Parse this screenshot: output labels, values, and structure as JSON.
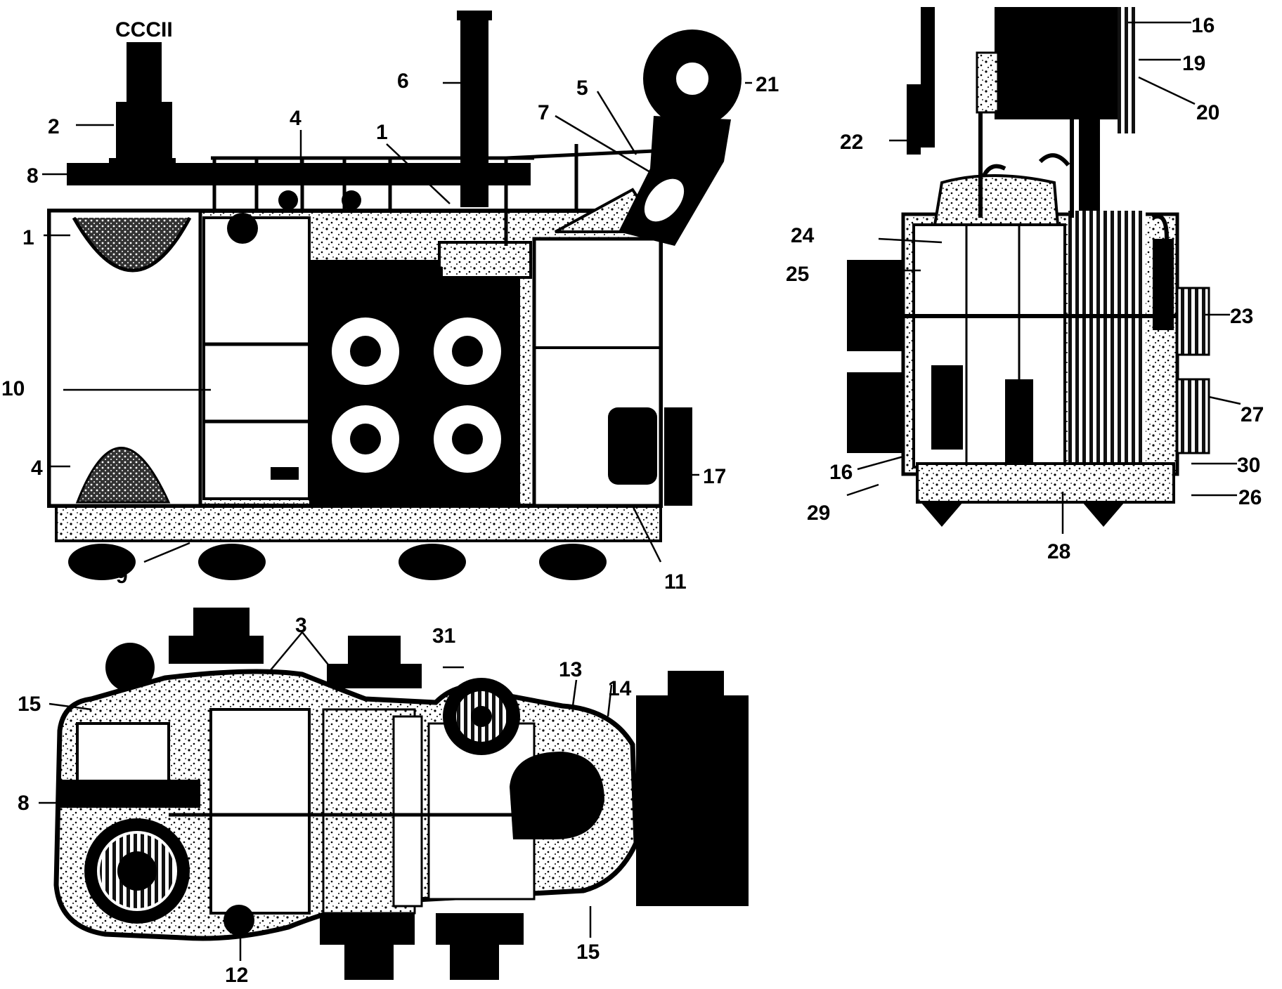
{
  "labels": {
    "side_view": [
      "1",
      "2",
      "4",
      "4",
      "1",
      "5",
      "6",
      "7",
      "8",
      "9",
      "10",
      "11",
      "17",
      "21"
    ],
    "end_view": [
      "16",
      "19",
      "20",
      "22",
      "24",
      "25",
      "23",
      "27",
      "16",
      "30",
      "29",
      "26",
      "28"
    ],
    "top_view": [
      "3",
      "31",
      "15",
      "13",
      "14",
      "8",
      "12",
      "15"
    ],
    "insulator_top": "CCCII"
  },
  "colors": {
    "ink": "#000000",
    "paper": "#ffffff",
    "shade": "#2a2a2a",
    "mid": "#8a8a8a"
  }
}
